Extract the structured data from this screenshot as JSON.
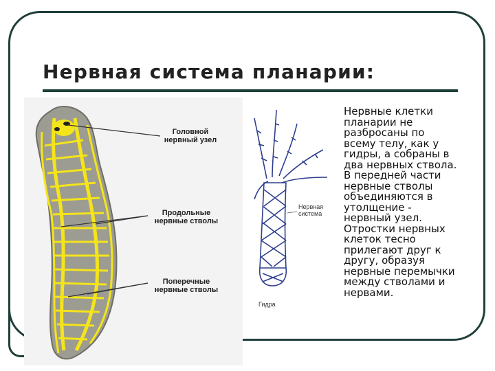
{
  "slide": {
    "title": "Нервная система планарии:",
    "description": "Нервные клетки\nпланарии не\nразбросаны по\nвсему телу, как у\nгидры, а собраны в\nдва нервных ствола.\nВ передней части\nнервные стволы\nобъединяются в\nутолщение -\nнервный узел.\nОтростки нервных\nклеток тесно\nприлегают друг к\nдругу, образуя\nнервные перемычки\nмежду стволами и\nнервами."
  },
  "planaria_diagram": {
    "label_head_ganglion": "Головной нервный узел",
    "label_longitudinal": "Продольные нервные стволы",
    "label_transverse": "Поперечные нервные стволы"
  },
  "hydra_diagram": {
    "label_nervous_system": "Нервная система",
    "label_hydra": "Гидра"
  },
  "colors": {
    "frame": "#1f3f3a",
    "body_outline": "#7a7a70",
    "nerve_yellow": "#f4e41a",
    "body_gray": "#9c9c92",
    "hydra_blue": "#2f3f8f"
  }
}
